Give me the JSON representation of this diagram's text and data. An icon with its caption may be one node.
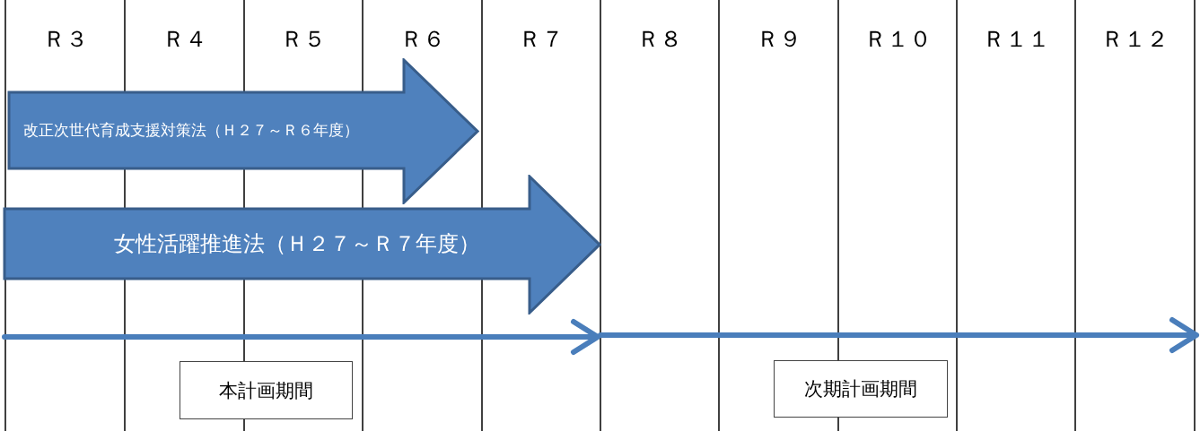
{
  "diagram": {
    "nodes": [
      {
        "text": [
          "改正次世代育成支援対策法（Ｈ２７～Ｒ６年度）"
        ]
      },
      {
        "text": [
          "女性活躍推進法（Ｈ２７～Ｒ７年度）"
        ]
      },
      {
        "text": [
          "本計画期間"
        ]
      },
      {
        "text": [
          "次期計画期間"
        ]
      }
    ],
    "labels": [
      "Ｒ３",
      "Ｒ４",
      "Ｒ５",
      "Ｒ６",
      "Ｒ７",
      "Ｒ８",
      "Ｒ９",
      "Ｒ１０",
      "Ｒ１１",
      "Ｒ１２"
    ]
  }
}
